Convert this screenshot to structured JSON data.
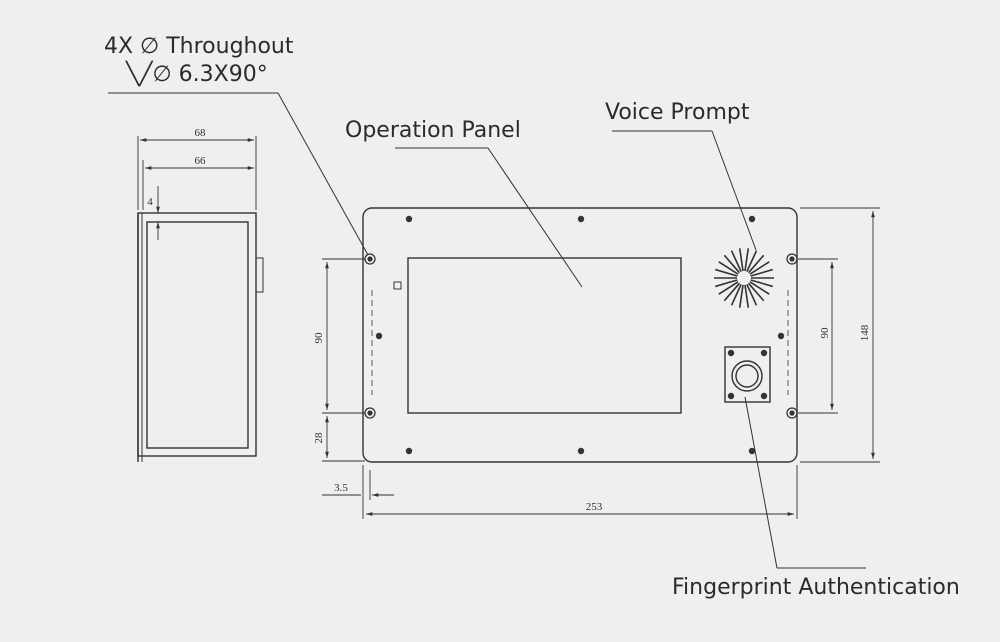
{
  "callouts": {
    "hole_spec_line1": "4X ∅ Throughout",
    "hole_spec_line2": "╲╱∅ 6.3X90°",
    "operation_panel": "Operation Panel",
    "voice_prompt": "Voice Prompt",
    "fingerprint": "Fingerprint Authentication"
  },
  "dimensions": {
    "side_outer_width": "68",
    "side_inner_width": "66",
    "side_flange": "4",
    "front_hole_spacing_left": "90",
    "front_hole_spacing_right": "90",
    "front_height": "148",
    "front_bottom_offset": "28",
    "front_edge_offset": "3.5",
    "front_width": "253"
  },
  "colors": {
    "background": "#efefef",
    "line": "#333333",
    "text": "#2b2b2b"
  }
}
